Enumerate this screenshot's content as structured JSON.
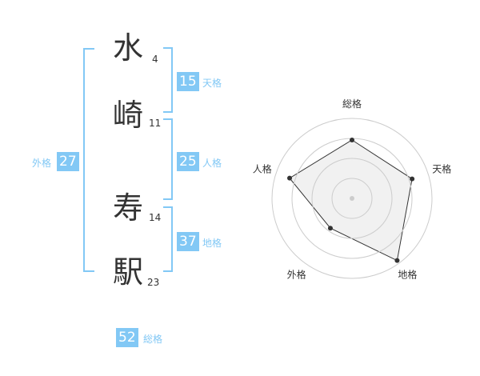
{
  "colors": {
    "accent": "#82c8f5",
    "text": "#333333",
    "grid": "#cccccc",
    "fill": "#efefef",
    "stroke": "#333333"
  },
  "name": {
    "chars": [
      {
        "char": "水",
        "strokes": "4"
      },
      {
        "char": "崎",
        "strokes": "11"
      },
      {
        "char": "寿",
        "strokes": "14"
      },
      {
        "char": "駅",
        "strokes": "23"
      }
    ]
  },
  "fortune": {
    "ten": {
      "value": "15",
      "label": "天格"
    },
    "jin": {
      "value": "25",
      "label": "人格"
    },
    "chi": {
      "value": "37",
      "label": "地格"
    },
    "gai": {
      "value": "27",
      "label": "外格"
    },
    "so": {
      "value": "52",
      "label": "総格"
    }
  },
  "chart_data": {
    "type": "radar",
    "axes": [
      "総格",
      "天格",
      "地格",
      "外格",
      "人格"
    ],
    "values": [
      0.73,
      0.79,
      0.96,
      0.46,
      0.82
    ],
    "range": [
      0,
      1
    ],
    "rings": 4,
    "grid": true
  }
}
